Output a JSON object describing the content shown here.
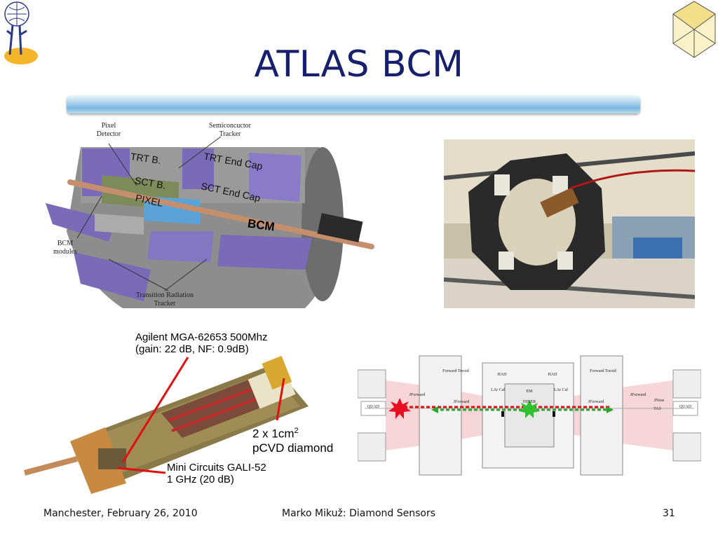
{
  "slide": {
    "title": "ATLAS BCM",
    "footer_left": "Manchester, February 26, 2010",
    "footer_center": "Marko Mikuž: Diamond Sensors",
    "page_number": "31"
  },
  "detector": {
    "labels": {
      "pixel_detector_1": "Pixel",
      "pixel_detector_2": "Detector",
      "semi_tracker_1": "Semiconcuctor",
      "semi_tracker_2": "Tracker",
      "bcm_modules_1": "BCM",
      "bcm_modules_2": "modules",
      "trt_1": "Transition Radiation",
      "trt_2": "Tracker",
      "trt_b": "TRT B.",
      "trt_end_cap": "TRT End Cap",
      "sct_b": "SCT B.",
      "sct_end_cap": "SCT End Cap",
      "pixel": "PIXEL",
      "bcm": "BCM"
    }
  },
  "module": {
    "amp1_line1": "Agilent MGA-62653 500Mhz",
    "amp1_line2": "(gain: 22 dB, NF: 0.9dB)",
    "diamond_line1_a": "2 x 1cm",
    "diamond_line1_sup": "2",
    "diamond_line2": "pCVD diamond",
    "amp2_line1": "Mini Circuits GALI-52",
    "amp2_line2": "1 GHz (20 dB)"
  },
  "schematic": {
    "labels": {
      "fwd_toroid_l": "Forward Toroid",
      "fwd_toroid_r": "Forward Toroid",
      "had_l": "HAD",
      "had_r": "HAD",
      "em": "EM",
      "lar_l": "LAr Cal",
      "lar_r": "LAr Cal",
      "inner": "INNER",
      "jfwd_l": "JForward",
      "jfwd_r": "JForward",
      "fwd_l": "JForward",
      "fwd_r": "JForward",
      "quad_l": "QUAD",
      "quad_r": "QUAD",
      "tas": "TAS",
      "jnose": "JNose"
    }
  },
  "colors": {
    "title": "#17206d",
    "detector_purple": "#7a6ab8",
    "beam_red": "#d8101a",
    "beam_green": "#2aa82a"
  }
}
